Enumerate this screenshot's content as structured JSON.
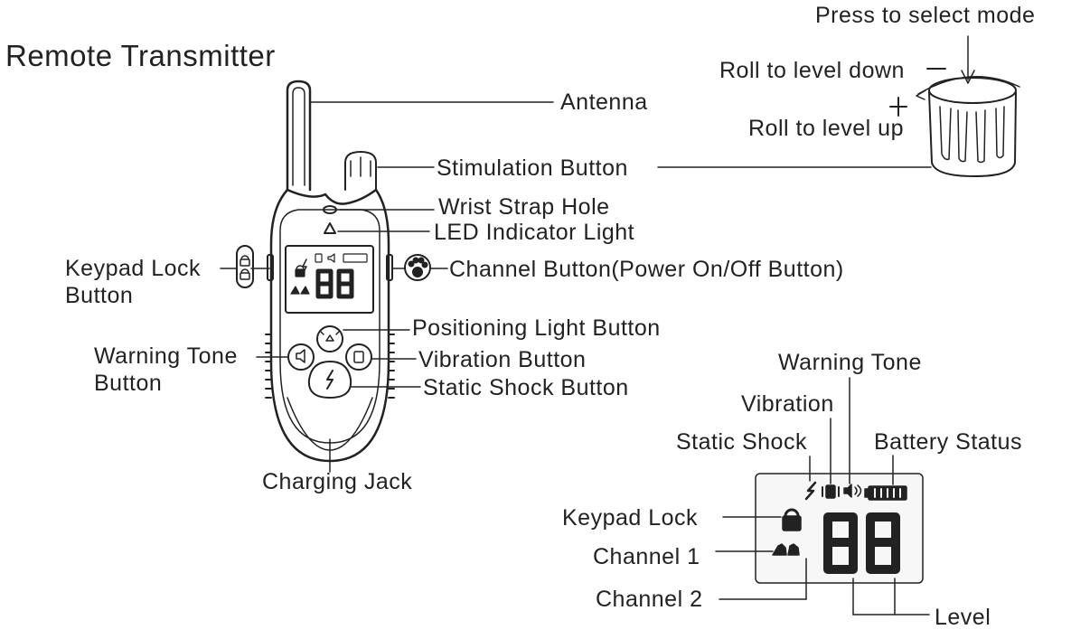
{
  "title": "Remote Transmitter",
  "labels": {
    "press_mode": "Press to select mode",
    "roll_down": "Roll to level down",
    "roll_up": "Roll to level up",
    "antenna": "Antenna",
    "stimulation_button": "Stimulation Button",
    "wrist_strap_hole": "Wrist Strap Hole",
    "led_indicator": "LED Indicator Light",
    "keypad_lock_button_l1": "Keypad Lock",
    "keypad_lock_button_l2": "Button",
    "channel_button": "Channel Button(Power On/Off Button)",
    "positioning_light_button": "Positioning Light Button",
    "warning_tone_button_l1": "Warning Tone",
    "warning_tone_button_l2": "Button",
    "vibration_button": "Vibration Button",
    "static_shock_button": "Static Shock Button",
    "charging_jack": "Charging Jack"
  },
  "display_labels": {
    "warning_tone": "Warning Tone",
    "vibration": "Vibration",
    "static_shock": "Static Shock",
    "battery_status": "Battery Status",
    "keypad_lock": "Keypad Lock",
    "channel_1": "Channel 1",
    "channel_2": "Channel 2",
    "level": "Level"
  },
  "display_digits": "88",
  "colors": {
    "line": "#222222",
    "ink": "#222222",
    "screen_bg": "#f7f7f7"
  },
  "icons": [
    "lock-icon",
    "lightning-icon",
    "vibration-icon",
    "speaker-icon",
    "battery-icon",
    "dog-icon",
    "paw-icon",
    "light-icon"
  ]
}
